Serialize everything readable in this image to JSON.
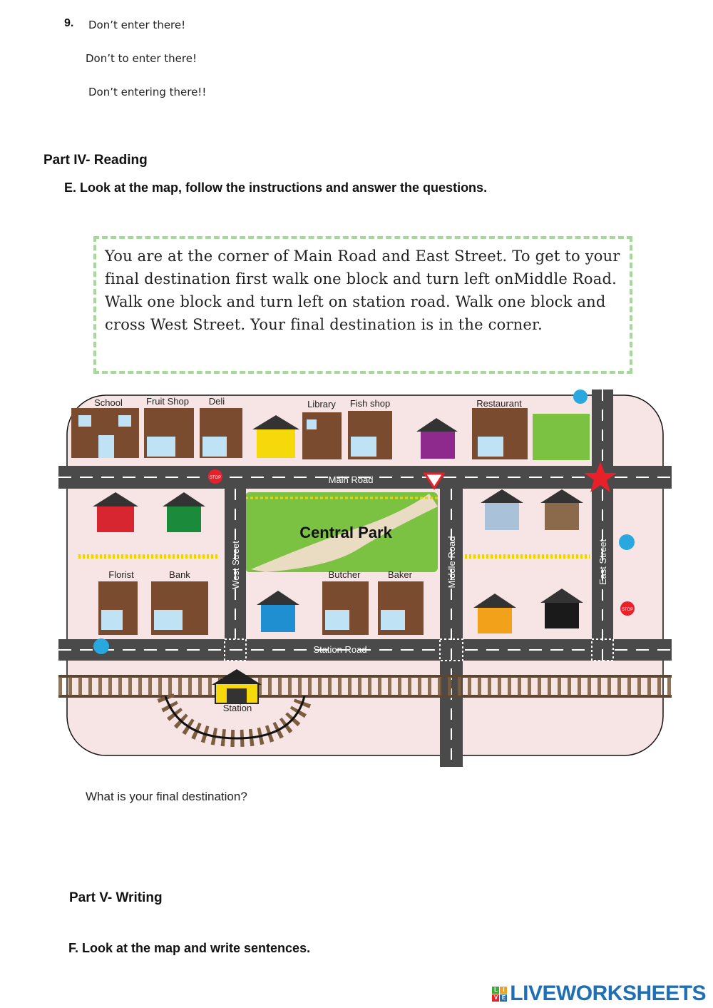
{
  "question9": {
    "number": "9.",
    "options": [
      "Don’t enter there!",
      "Don’t to enter there!",
      "Don’t entering there!!"
    ]
  },
  "part4": {
    "title": "Part IV- Reading",
    "instruction": "E.  Look at the map, follow the instructions and answer the questions.",
    "passage": "You are at the corner of Main Road and East Street. To get to your final destination first walk one block and turn left onMiddle Road. Walk one block and turn left on station road. Walk one block and cross West Street. Your final destination is in the corner."
  },
  "map": {
    "labels": {
      "school": "School",
      "fruit_shop": "Fruit Shop",
      "deli": "Deli",
      "library": "Library",
      "fish_shop": "Fish shop",
      "restaurant": "Restaurant",
      "florist": "Florist",
      "bank": "Bank",
      "butcher": "Butcher",
      "baker": "Baker",
      "station": "Station",
      "central_park": "Central Park",
      "main_road": "Main Road",
      "station_road": "Station Road",
      "west_street": "West Street",
      "middle_road": "Middle Road",
      "east_street": "East Street",
      "stop": "STOP"
    },
    "colors": {
      "ground": "#f7e4e4",
      "road": "#4a4a4a",
      "park": "#7cc242",
      "marker": "#e8202a"
    }
  },
  "question": "What is your final destination?",
  "part5": {
    "title": "Part V- Writing",
    "instruction": "F.  Look at the map and write sentences."
  },
  "brand": {
    "text": "LIVEWORKSHEETS"
  }
}
